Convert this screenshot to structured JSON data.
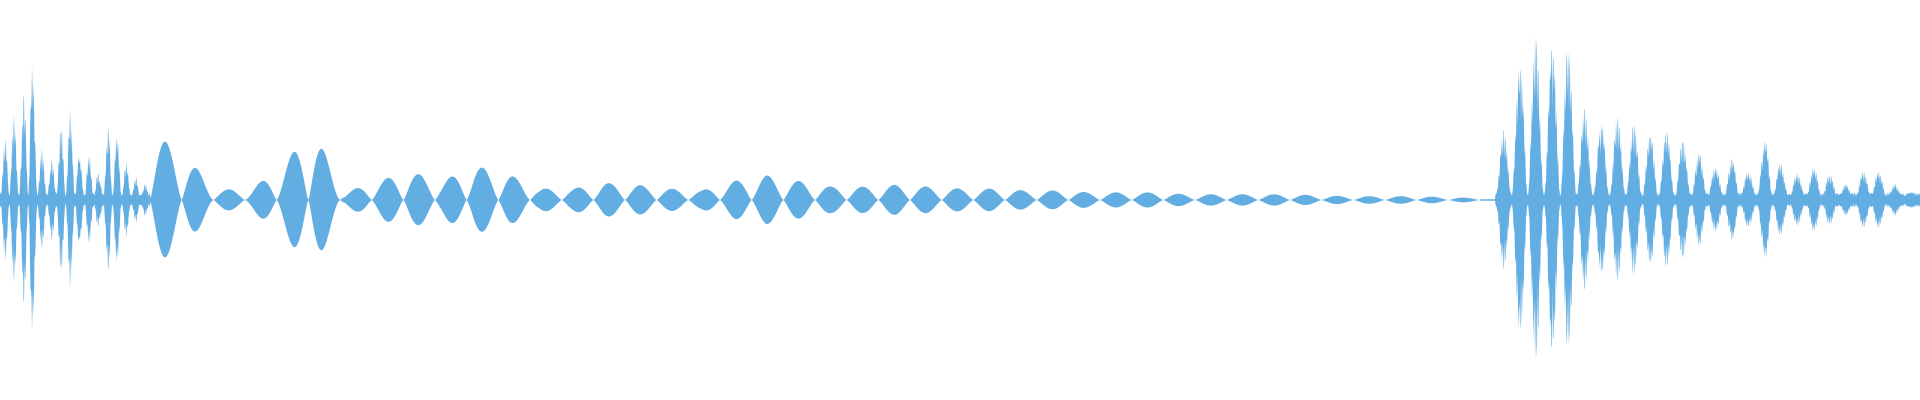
{
  "waveform": {
    "color": "#62ade2",
    "background": "#ffffff",
    "description_of_shape": "",
    "segments": [
      {
        "style": "burst",
        "peaks": [
          0.16,
          0.5,
          0.38,
          0.86,
          0.3,
          0.18,
          0.4,
          0.48,
          0.22,
          0.25,
          0.12,
          0.45,
          0.3,
          0.15,
          0.1,
          0.08
        ]
      },
      {
        "style": "lens",
        "peaks": [
          0.36,
          0.25,
          0.06,
          0.05,
          0.16,
          0.38,
          0.04,
          0.1,
          0.15,
          0.1,
          0.18,
          0.14,
          0.06,
          0.06,
          0.09,
          0.08,
          0.06,
          0.05,
          0.1,
          0.13,
          0.1,
          0.07,
          0.07,
          0.08,
          0.07,
          0.06,
          0.06,
          0.05,
          0.05,
          0.04,
          0.04,
          0.04,
          0.03,
          0.03,
          0.03,
          0.03,
          0.025,
          0.02,
          0.02,
          0.02,
          0.015,
          0.01
        ]
      },
      {
        "style": "gap",
        "peaks": [
          0.003
        ]
      },
      {
        "style": "burst",
        "peaks": [
          0.2,
          0.55,
          0.97,
          0.75,
          0.99,
          0.52,
          0.4,
          0.45,
          0.43,
          0.35,
          0.38,
          0.32,
          0.25,
          0.17,
          0.22,
          0.14,
          0.34,
          0.16,
          0.14,
          0.18,
          0.12,
          0.07,
          0.2,
          0.12,
          0.06,
          0.03
        ]
      }
    ]
  }
}
